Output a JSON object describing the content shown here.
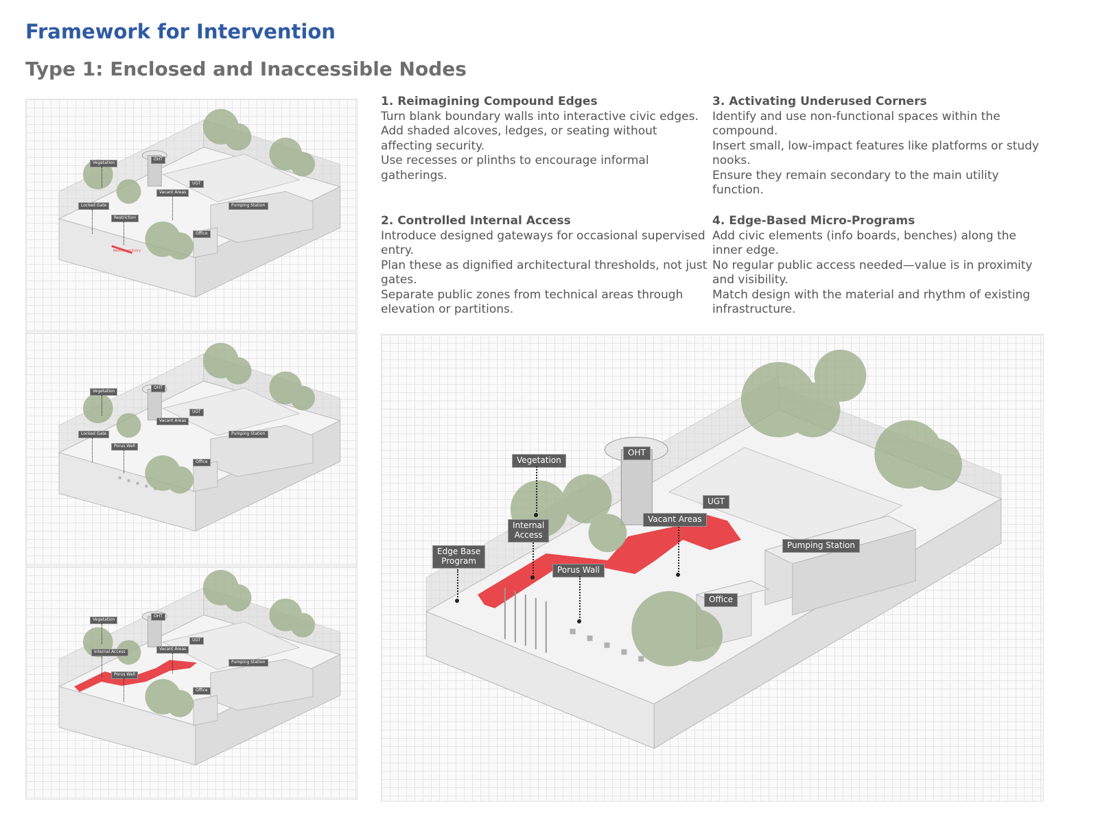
{
  "title": "Framework for Intervention",
  "subtitle": "Type 1: Enclosed and Inaccessible Nodes",
  "strategies": [
    {
      "heading": "1. Reimagining Compound Edges",
      "points": [
        "Turn blank boundary walls into interactive civic edges.",
        "Add shaded alcoves, ledges, or seating without affecting security.",
        "Use recesses or plinths to encourage informal gatherings."
      ]
    },
    {
      "heading": "2. Controlled Internal Access",
      "points": [
        "Introduce designed gateways for occasional supervised entry.",
        "Plan these as dignified architectural thresholds, not just gates.",
        "Separate public zones from technical areas through elevation or partitions."
      ]
    },
    {
      "heading": "3. Activating Underused Corners",
      "points": [
        "Identify and use non-functional spaces within the compound.",
        "Insert small, low-impact features like platforms or study nooks.",
        "Ensure they remain secondary to the main utility function."
      ]
    },
    {
      "heading": "4. Edge-Based Micro-Programs",
      "points": [
        "Add civic elements (info boards, benches) along the inner edge.",
        "No regular public access needed—value is in proximity and visibility.",
        "Match design with the material and rhythm of existing infrastructure."
      ]
    }
  ],
  "diagrams": {
    "existing": {
      "labels": [
        "Vegetation",
        "OHT",
        "UGT",
        "Vacant Areas",
        "Locked Gate",
        "Restriction",
        "Pumping Station",
        "Office"
      ],
      "restriction_marker": "Restricted Entry"
    },
    "porous": {
      "labels": [
        "Vegetation",
        "OHT",
        "UGT",
        "Vacant Areas",
        "Locked Gate",
        "Porus Wall",
        "Pumping Station",
        "Office"
      ]
    },
    "access": {
      "labels": [
        "Vegetation",
        "OHT",
        "Internal Access",
        "Vacant Areas",
        "UGT",
        "Porus Wall",
        "Pumping Station",
        "Office"
      ]
    },
    "main": {
      "labels": [
        "Vegetation",
        "OHT",
        "UGT",
        "Internal\nAccess",
        "Vacant Areas",
        "Edge Base\nProgram",
        "Porus Wall",
        "Pumping Station",
        "Office"
      ]
    }
  },
  "colors": {
    "title": "#2f5aa4",
    "path": "#e8474b",
    "label_bg": "#5c5c5c",
    "wall": "#e4e4e4",
    "tree": "#9fb08c"
  }
}
